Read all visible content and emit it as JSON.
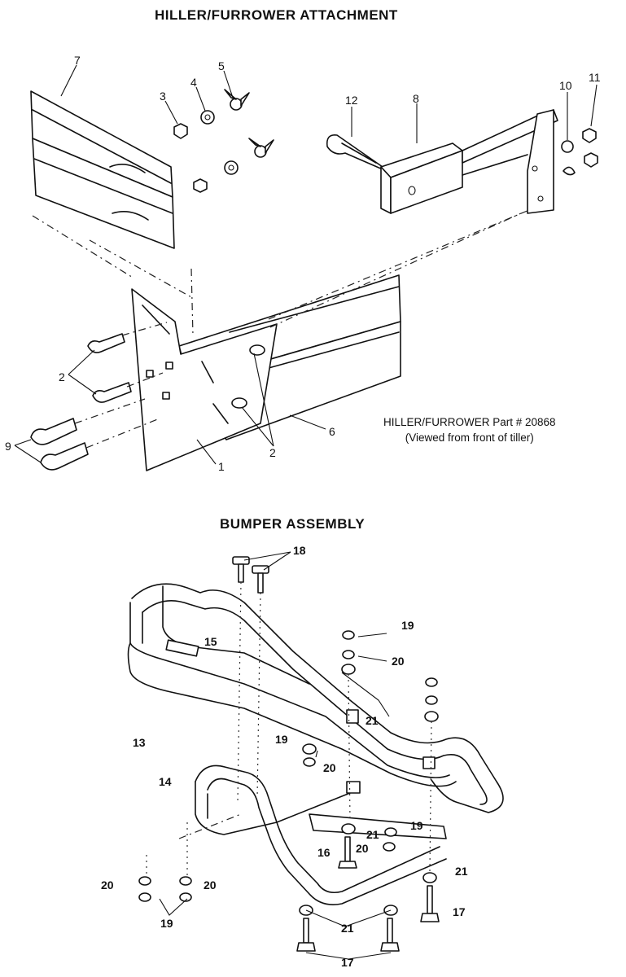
{
  "sections": {
    "hiller_title": "HILLER/FURROWER ATTACHMENT",
    "bumper_title": "BUMPER ASSEMBLY"
  },
  "caption": {
    "line1": "HILLER/FURROWER Part # 20868",
    "line2": "(Viewed from front of tiller)"
  },
  "hiller_callouts": [
    "7",
    "3",
    "4",
    "5",
    "12",
    "8",
    "10",
    "11",
    "2",
    "9",
    "6",
    "1",
    "2"
  ],
  "bumper_callouts": [
    "18",
    "19",
    "15",
    "20",
    "21",
    "13",
    "19",
    "20",
    "14",
    "21",
    "19",
    "16",
    "20",
    "21",
    "20",
    "20",
    "19",
    "17",
    "21",
    "17"
  ]
}
